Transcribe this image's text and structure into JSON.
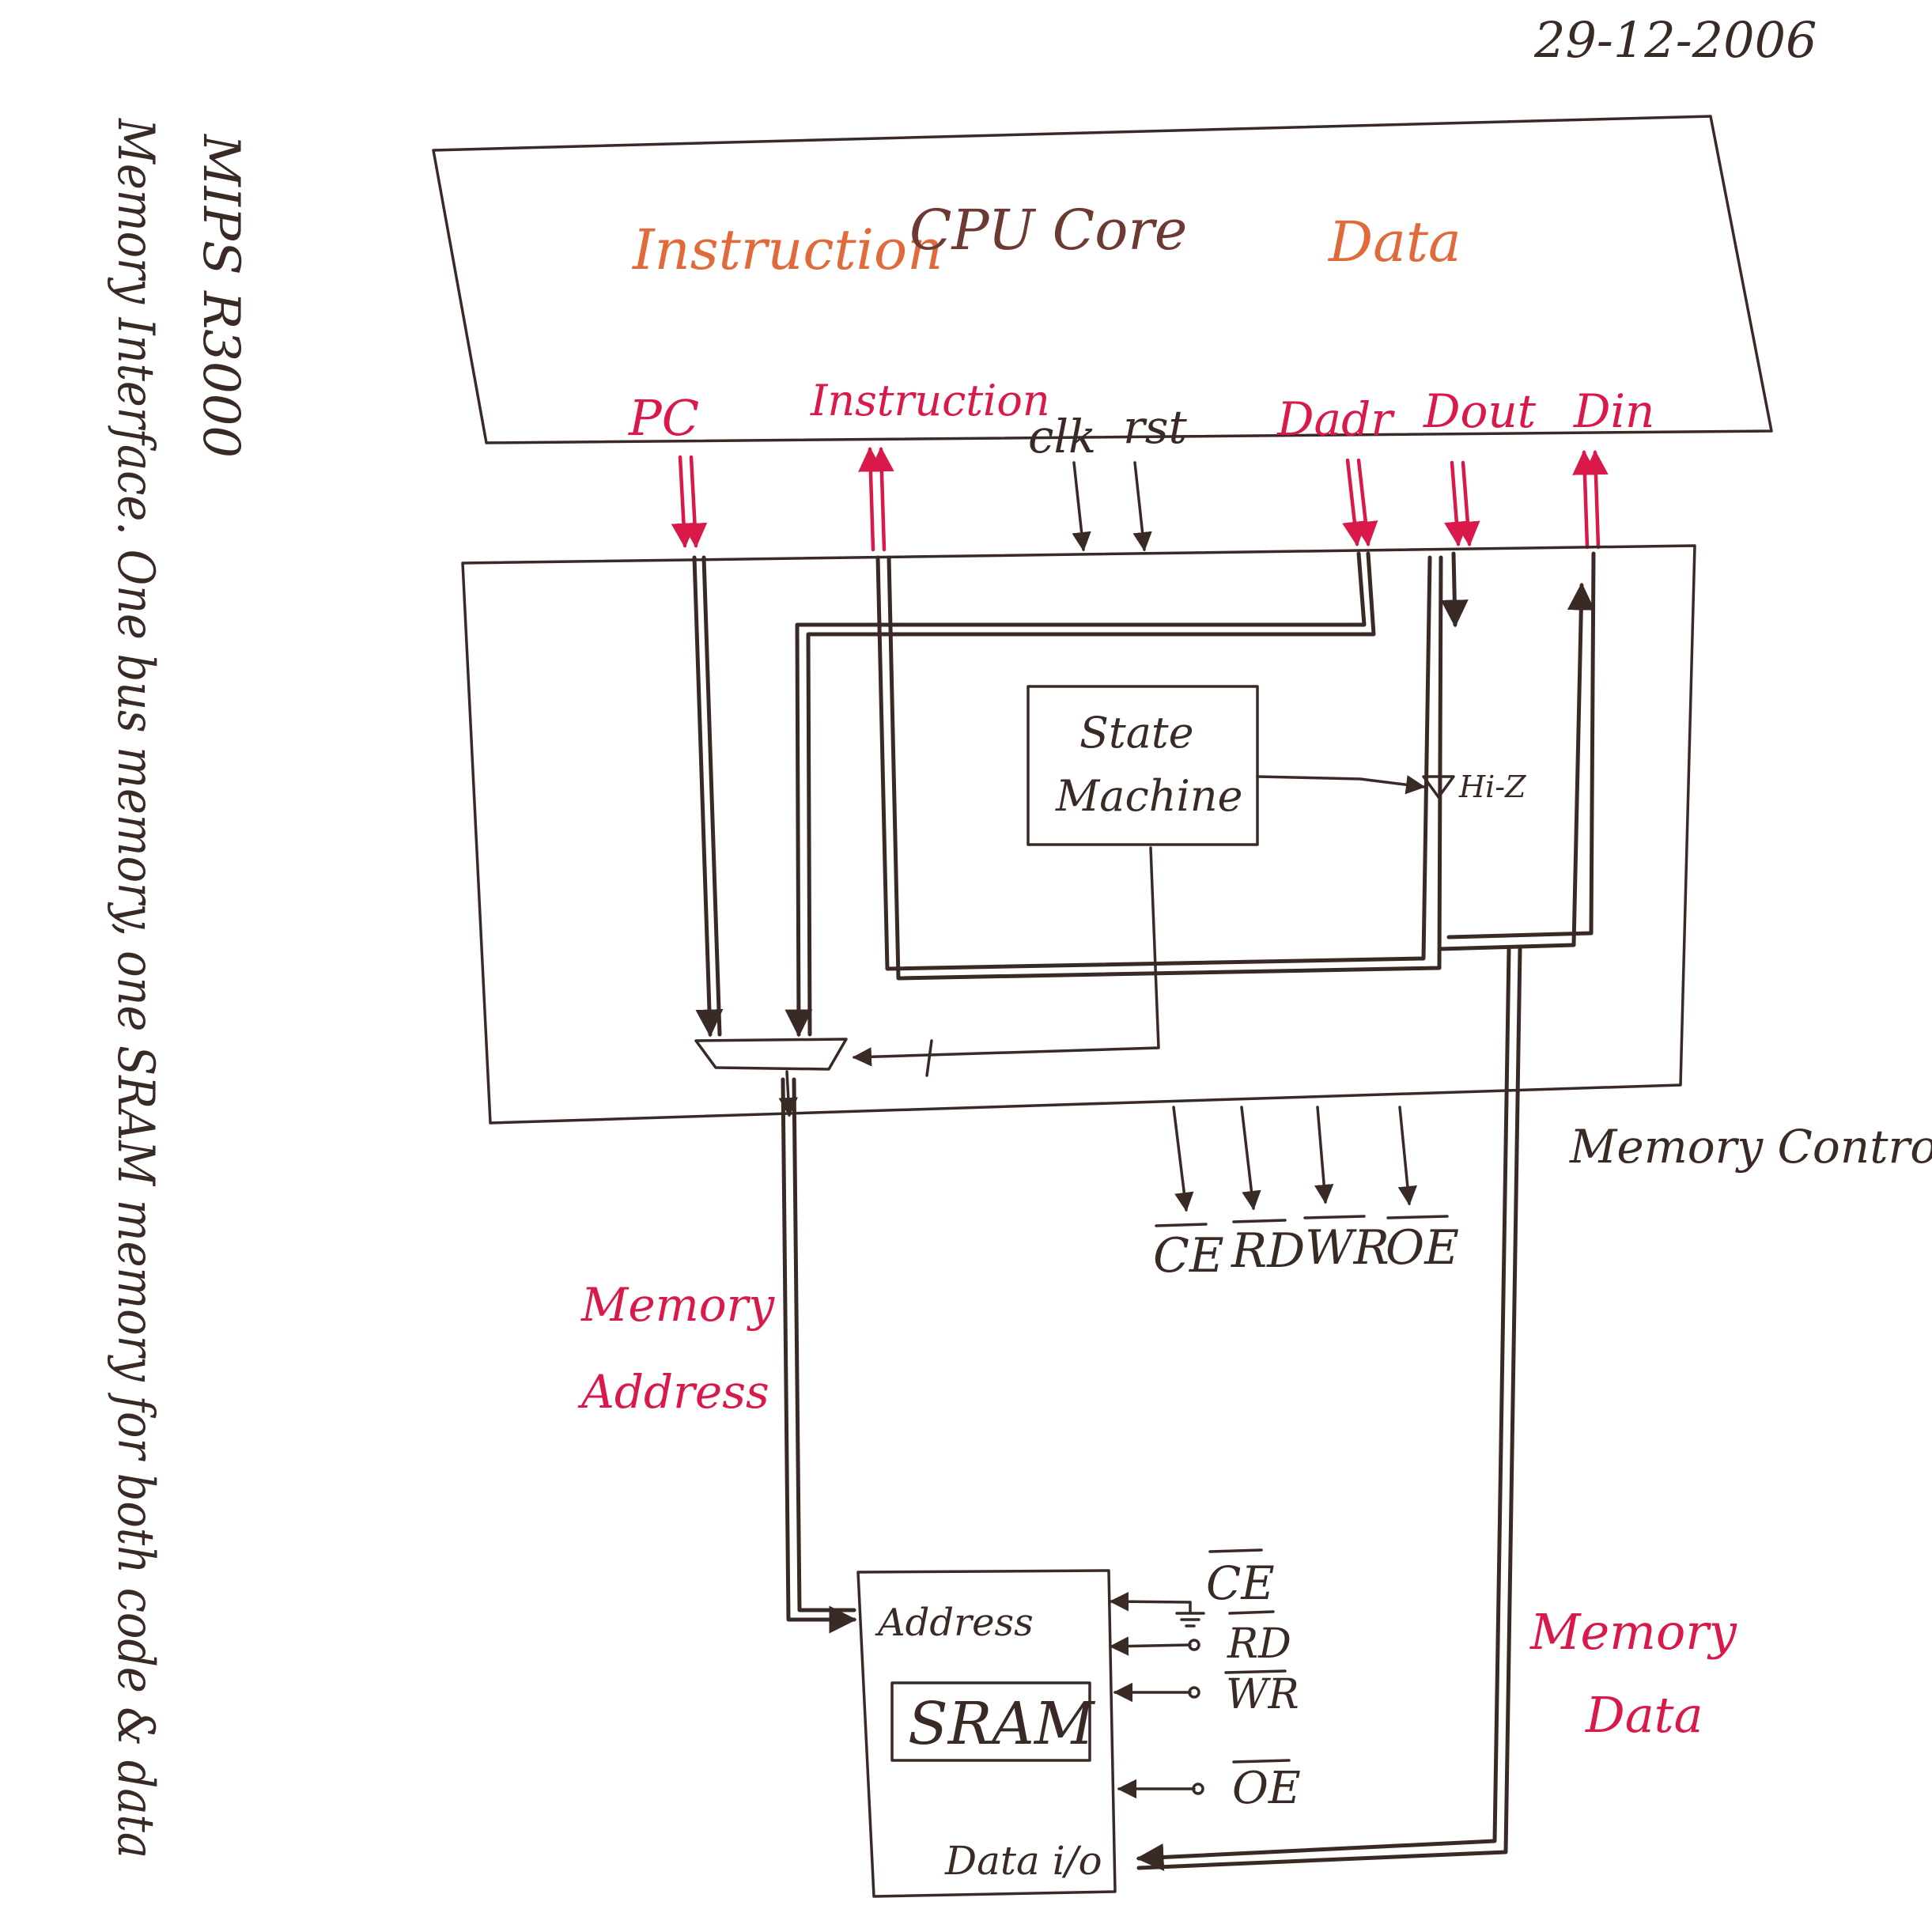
{
  "date": "29-12-2006",
  "side_note": {
    "line1": "MIPS R3000",
    "line2": "Memory Interface. One bus memory, one SRAM memory for both code & data"
  },
  "cpu": {
    "title": "CPU Core",
    "instruction_label": "Instruction",
    "data_label": "Data",
    "ports": {
      "pc": "PC",
      "instruction": "Instruction",
      "clk": "clk",
      "rst": "rst",
      "dadr": "Dadr",
      "dout": "Dout",
      "din": "Din"
    }
  },
  "controller": {
    "name": "Memory Controller",
    "state_machine_line1": "State",
    "state_machine_line2": "Machine",
    "hiz": "Hi-Z",
    "outputs": [
      "CE",
      "RD",
      "WR",
      "OE"
    ]
  },
  "buses": {
    "address": "Memory Address",
    "data": "Memory Data"
  },
  "sram": {
    "name": "SRAM",
    "address_pin": "Address",
    "data_pin": "Data i/o",
    "inputs": [
      "CE",
      "RD",
      "WR",
      "OE"
    ]
  },
  "colors": {
    "ink": "#3a2a26",
    "signal_red": "#d8194a",
    "label_orange": "#e06a3a"
  }
}
